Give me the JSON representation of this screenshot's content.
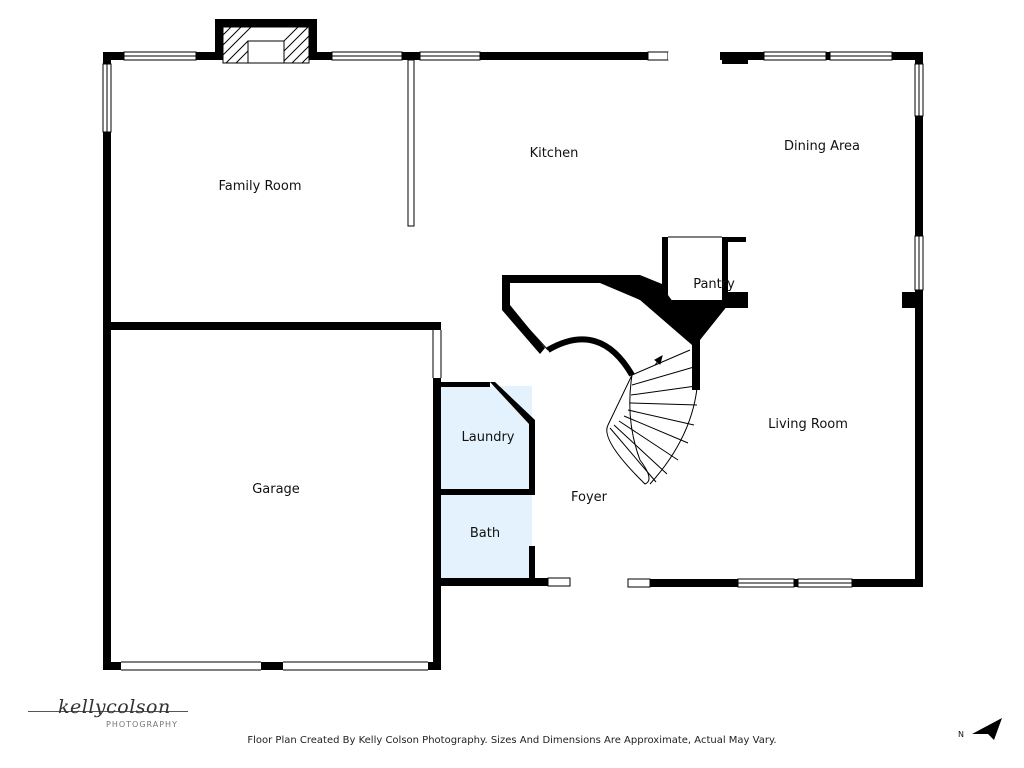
{
  "rooms": {
    "family_room": "Family Room",
    "kitchen": "Kitchen",
    "dining_area": "Dining Area",
    "pantry": "Pantry",
    "living_room": "Living Room",
    "foyer": "Foyer",
    "garage": "Garage",
    "laundry": "Laundry",
    "bath": "Bath"
  },
  "footer": {
    "disclaimer": "Floor Plan Created By Kelly Colson Photography. Sizes And Dimensions Are Approximate, Actual May Vary."
  },
  "logo": {
    "script": "kellycolson",
    "subtitle": "PHOTOGRAPHY"
  },
  "compass": {
    "letter": "N",
    "icon": "north-arrow-icon"
  },
  "colors": {
    "wall": "#000000",
    "wet_room_fill": "#e3f2fc",
    "window": "#ffffff"
  }
}
